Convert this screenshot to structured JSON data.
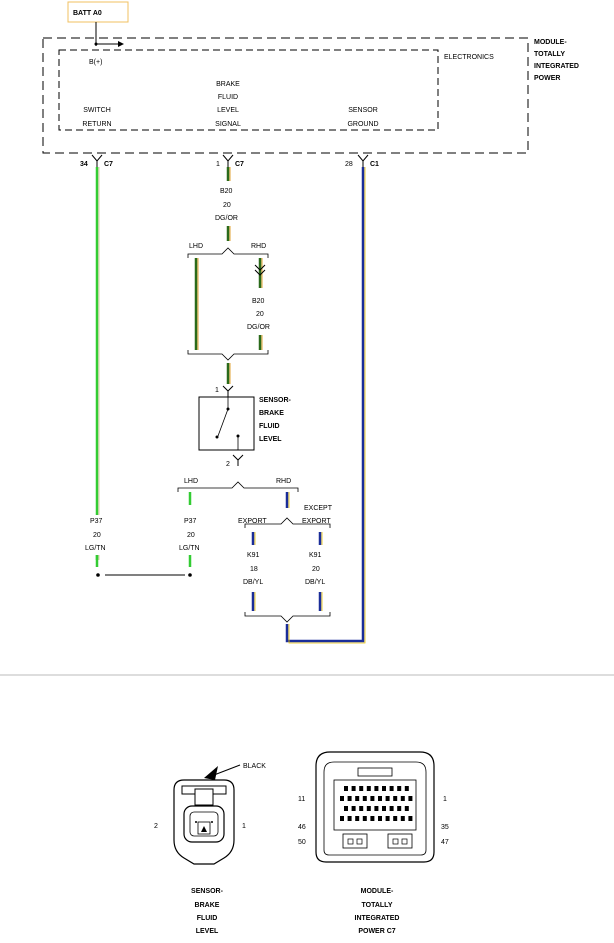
{
  "batt_label": "BATT A0",
  "b_plus": "B(+)",
  "module_label": [
    "MODULE-",
    "TOTALLY",
    "INTEGRATED",
    "POWER"
  ],
  "electronics_label": "ELECTRONICS",
  "signals": {
    "switch_return": [
      "SWITCH",
      "RETURN"
    ],
    "brake_fluid_level_signal": [
      "BRAKE",
      "FLUID",
      "LEVEL",
      "SIGNAL"
    ],
    "sensor_ground": [
      "SENSOR",
      "GROUND"
    ]
  },
  "pins": {
    "switch_return": {
      "pin": "34",
      "connector": "C7"
    },
    "brake_signal": {
      "pin": "1",
      "connector": "C7"
    },
    "sensor_ground": {
      "pin": "28",
      "connector": "C1"
    }
  },
  "wires": {
    "b20_top": [
      "B20",
      "20",
      "DG/OR"
    ],
    "b20_rhd": [
      "B20",
      "20",
      "DG/OR"
    ],
    "p37_left": [
      "P37",
      "20",
      "LG/TN"
    ],
    "p37_right": [
      "P37",
      "20",
      "LG/TN"
    ],
    "k91_export": [
      "K91",
      "18",
      "DB/YL"
    ],
    "k91_except": [
      "K91",
      "20",
      "DB/YL"
    ]
  },
  "branch_labels": {
    "lhd_upper": "LHD",
    "rhd_upper": "RHD",
    "lhd_lower": "LHD",
    "rhd_lower": "RHD",
    "export": "EXPORT",
    "except_export": [
      "EXCEPT",
      "EXPORT"
    ]
  },
  "sensor_label": [
    "SENSOR-",
    "BRAKE",
    "FLUID",
    "LEVEL"
  ],
  "sensor_pins": {
    "top": "1",
    "bottom": "2"
  },
  "connector_views": {
    "sensor": {
      "color_label": "BLACK",
      "pin_left": "2",
      "pin_right": "1",
      "caption": [
        "SENSOR-",
        "BRAKE",
        "FLUID",
        "LEVEL"
      ]
    },
    "module": {
      "pins_left": [
        "11",
        "46",
        "50"
      ],
      "pins_right": [
        "1",
        "35",
        "47"
      ],
      "caption": [
        "MODULE-",
        "TOTALLY",
        "INTEGRATED",
        "POWER C7"
      ]
    }
  },
  "colors": {
    "light_green": "#33cc33",
    "dark_green": "#2a6a1a",
    "orange": "#d98c00",
    "dark_blue": "#1a2d99",
    "yellow": "#e6c000",
    "tan": "#d2b48c",
    "batt_border": "#f2c060"
  }
}
